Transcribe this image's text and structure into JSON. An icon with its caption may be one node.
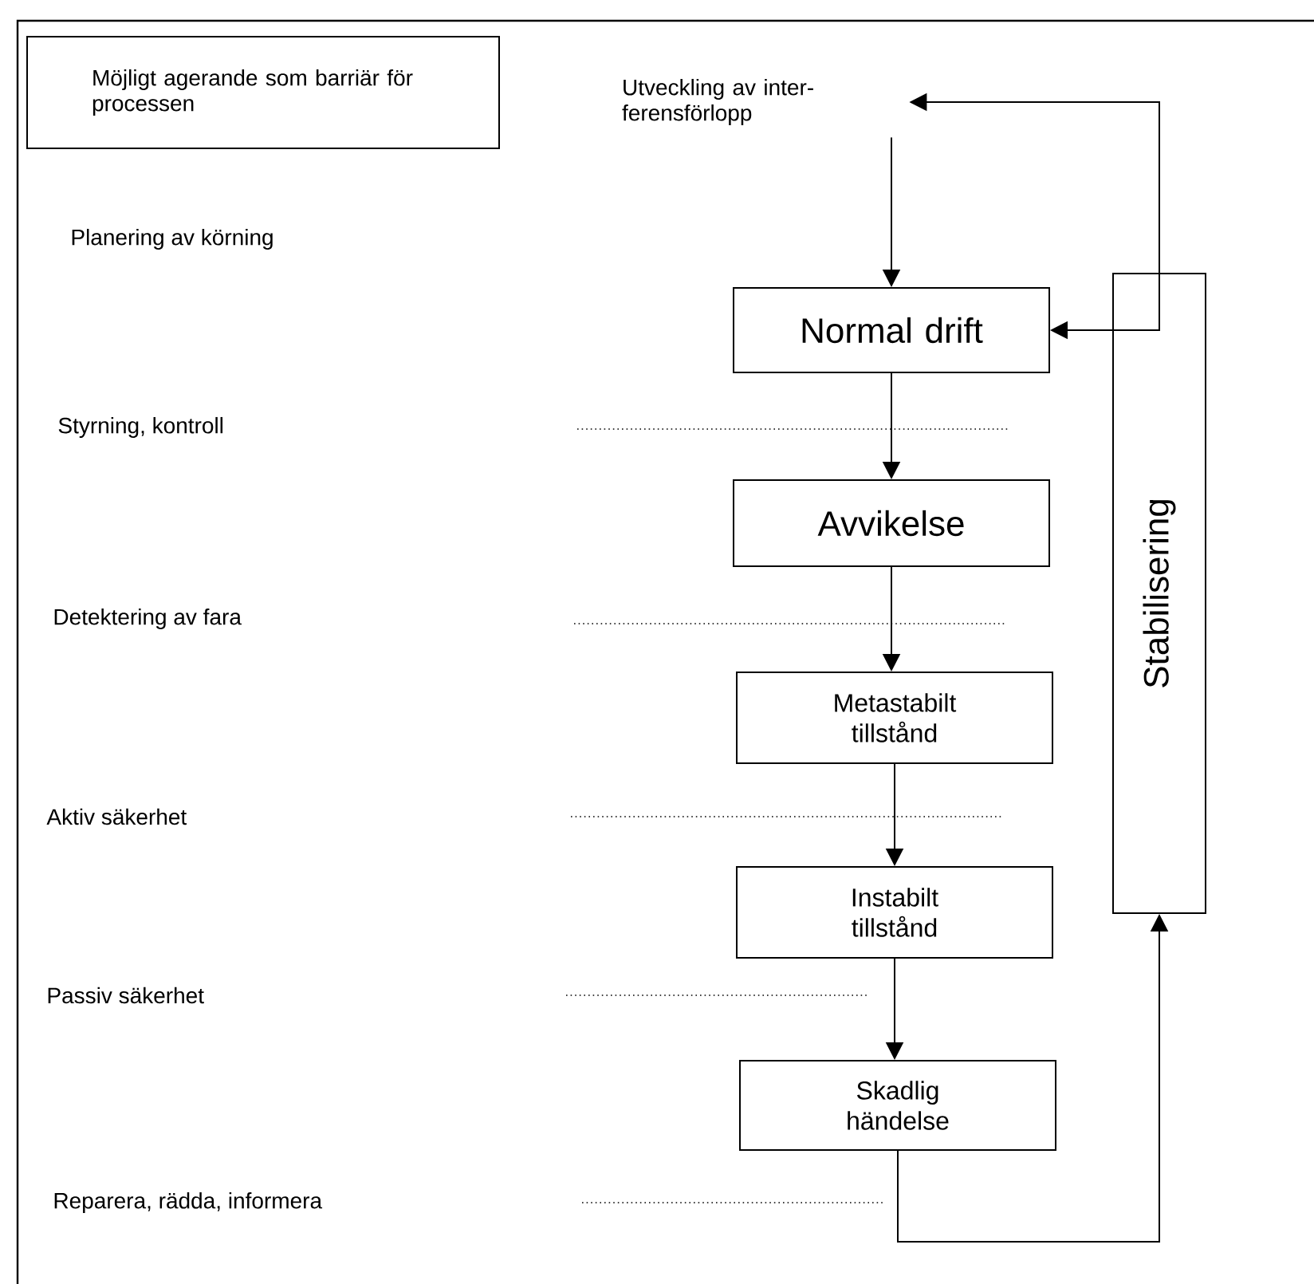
{
  "diagram": {
    "nodes": [
      {
        "text": [
          "Möjligt agerande som barriär för processen"
        ]
      },
      {
        "text": [
          "Utveckling av inter-ferensförlopp"
        ]
      },
      {
        "text": [
          "Normal drift"
        ]
      },
      {
        "text": [
          "Avvikelse"
        ]
      },
      {
        "text": [
          "Metastabilt tillstånd"
        ]
      },
      {
        "text": [
          "Instabilt tillstånd"
        ]
      },
      {
        "text": [
          "Skadlig händelse"
        ]
      },
      {
        "text": [
          "Stabilisering"
        ]
      }
    ],
    "edges": [
      {
        "from": 1,
        "to": 2,
        "arrow": "to"
      },
      {
        "from": 2,
        "to": 3,
        "arrow": "to"
      },
      {
        "from": 3,
        "to": 4,
        "arrow": "to"
      },
      {
        "from": 4,
        "to": 5,
        "arrow": "to"
      },
      {
        "from": 5,
        "to": 6,
        "arrow": "to"
      },
      {
        "from": 6,
        "to": 7,
        "arrow": "to"
      },
      {
        "from": 7,
        "to": 2,
        "arrow": "to"
      },
      {
        "from": 7,
        "to": 1,
        "arrow": "to"
      }
    ],
    "labels": [
      "Planering av körning",
      "Styrning, kontroll",
      "Detektering av fara",
      "Aktiv säkerhet",
      "Passiv säkerhet",
      "Reparera, rädda, informera"
    ]
  }
}
